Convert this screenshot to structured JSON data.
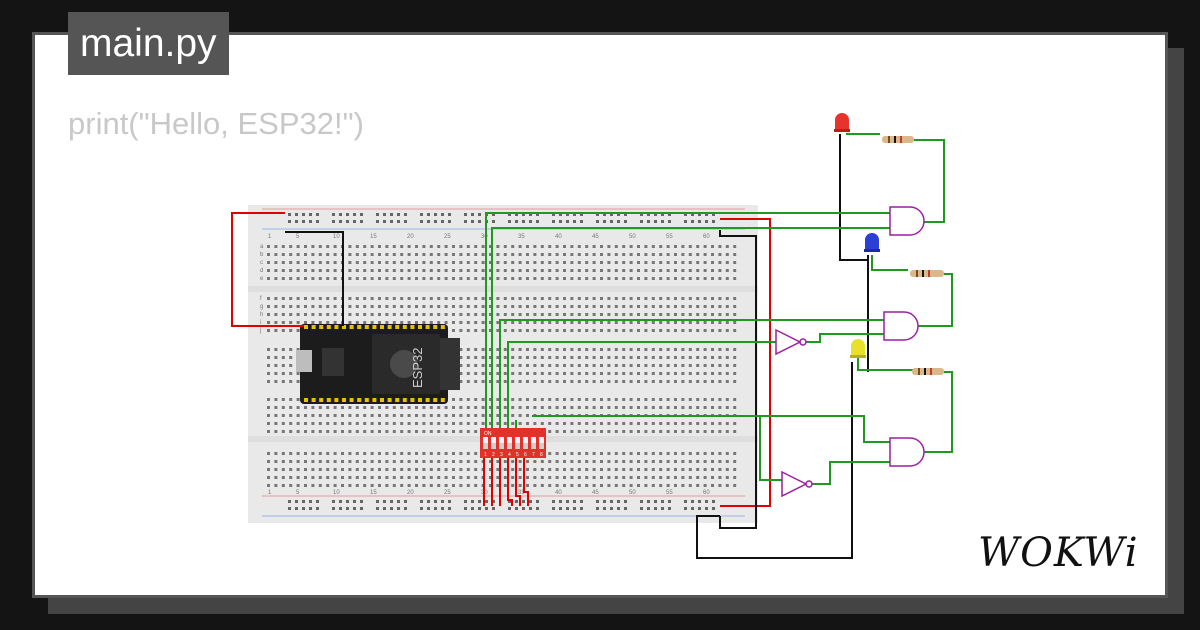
{
  "project": {
    "filename": "main.py",
    "code_preview": "print(\"Hello, ESP32!\")"
  },
  "board": {
    "label": "ESP32"
  },
  "breadboard": {
    "column_numbers": [
      "1",
      "5",
      "10",
      "15",
      "20",
      "25",
      "30",
      "35",
      "40",
      "45",
      "50",
      "55",
      "60"
    ],
    "row_letters_top": [
      "a",
      "b",
      "c",
      "d",
      "e"
    ],
    "row_letters_bottom": [
      "f",
      "g",
      "h",
      "i",
      "j"
    ]
  },
  "dip_switch": {
    "label": "ON",
    "numbers": [
      "1",
      "2",
      "3",
      "4",
      "5",
      "6",
      "7",
      "8"
    ]
  },
  "leds": [
    {
      "name": "led-red",
      "color": "#e8322c"
    },
    {
      "name": "led-blue",
      "color": "#2b3fd6"
    },
    {
      "name": "led-yellow",
      "color": "#e8e02a"
    }
  ],
  "brand": {
    "logo_text": "WOKWi"
  },
  "colors": {
    "wire_red": "#e00000",
    "wire_green": "#1f9a1f",
    "wire_black": "#111111",
    "gate_purple": "#9b1fa0",
    "breadboard": "#e9e9e9"
  }
}
